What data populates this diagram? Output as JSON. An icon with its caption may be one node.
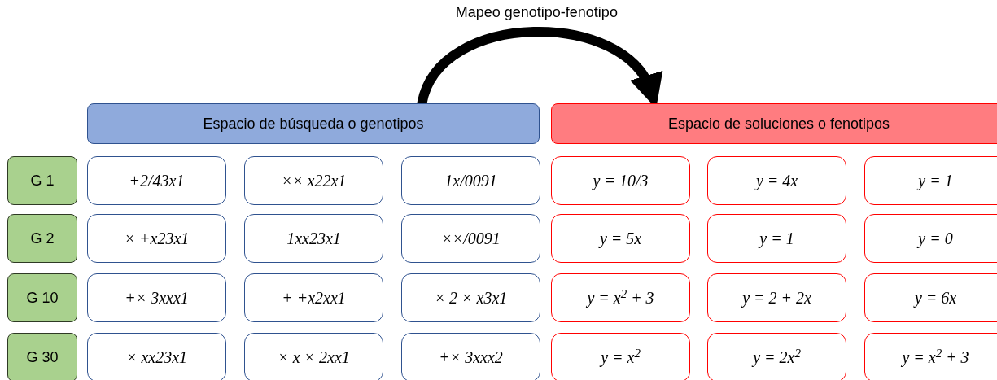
{
  "diagram": {
    "nodes": [
      {
        "text": [
          "Espacio de búsqueda o genotipos"
        ]
      },
      {
        "text": [
          "Espacio de soluciones o fenotipos"
        ]
      },
      {
        "text": [
          "G 1"
        ]
      },
      {
        "text": [
          "+2/43x1"
        ]
      },
      {
        "text": [
          "×× x22x1"
        ]
      },
      {
        "text": [
          "1x/0091"
        ]
      },
      {
        "text": [
          "y = 10/3"
        ]
      },
      {
        "text": [
          "y = 4x"
        ]
      },
      {
        "text": [
          "y = 1"
        ]
      },
      {
        "text": [
          "G 2"
        ]
      },
      {
        "text": [
          "× +x23x1"
        ]
      },
      {
        "text": [
          "1xx23x1"
        ]
      },
      {
        "text": [
          "××/0091"
        ]
      },
      {
        "text": [
          "y = 5x"
        ]
      },
      {
        "text": [
          "y = 1"
        ]
      },
      {
        "text": [
          "y = 0"
        ]
      },
      {
        "text": [
          "G 10"
        ]
      },
      {
        "text": [
          "+× 3xxx1"
        ]
      },
      {
        "text": [
          "+ +x2xx1"
        ]
      },
      {
        "text": [
          "× 2 × x3x1"
        ]
      },
      {
        "text": [
          "y = x$^{2}$ + 3"
        ]
      },
      {
        "text": [
          "y = 2 + 2x"
        ]
      },
      {
        "text": [
          "y = 6x"
        ]
      },
      {
        "text": [
          "G 30"
        ]
      },
      {
        "text": [
          "× xx23x1"
        ]
      },
      {
        "text": [
          "× x × 2xx1"
        ]
      },
      {
        "text": [
          "+× 3xxx2"
        ]
      },
      {
        "text": [
          "y = x$^{2}$"
        ]
      },
      {
        "text": [
          "y = 2x$^{2}$"
        ]
      },
      {
        "text": [
          "y = x$^{2}$ + 3"
        ]
      }
    ],
    "edges": [
      {
        "from": 0,
        "to": 1,
        "arrow": "to",
        "label": "Mapeo genotipo-fenotipo"
      }
    ]
  }
}
